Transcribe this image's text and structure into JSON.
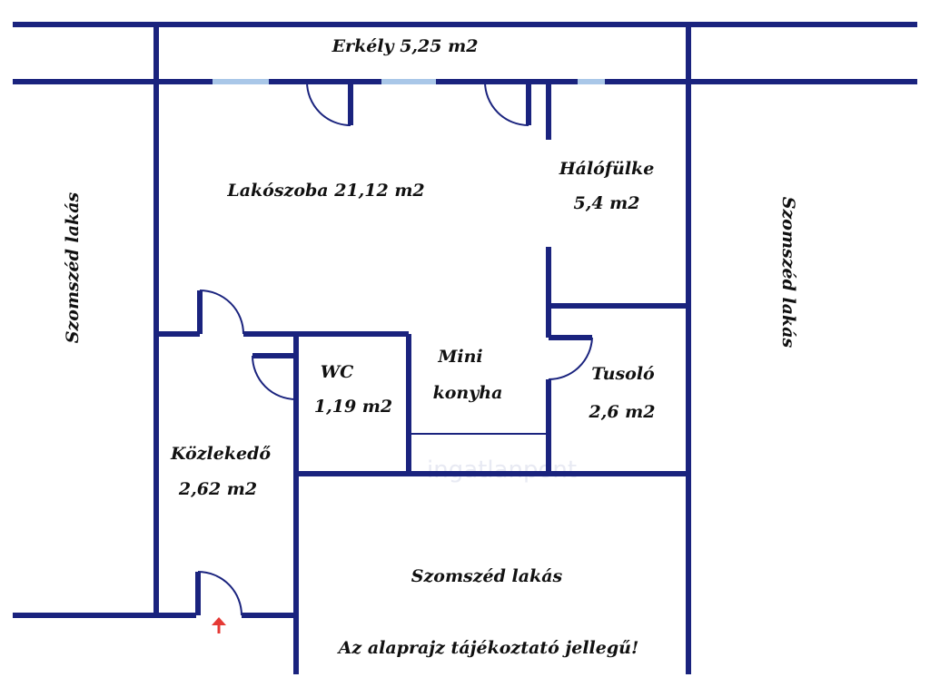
{
  "labels": {
    "erkely": "Erkély 5,25 m2",
    "lakoszoba": "Lakószoba 21,12 m2",
    "halofulke_name": "Hálófülke",
    "halofulke_area": "5,4 m2",
    "wc_name": "WC",
    "wc_area": "1,19 m2",
    "mini": "Mini",
    "konyha": "konyha",
    "tusolo_name": "Tusoló",
    "tusolo_area": "2,6 m2",
    "kozlekedo_name": "Közlekedő",
    "kozlekedo_area": "2,62 m2",
    "szomszed_left": "Szomszéd lakás",
    "szomszed_right": "Szomszéd lakás",
    "szomszed_bottom": "Szomszéd lakás",
    "note": "Az alaprajz tájékoztató jellegű!"
  },
  "watermark": "ingatlanpont",
  "colors": {
    "wall": "#1a237e",
    "window": "#a9c7e8",
    "entrance_arrow": "#e53935",
    "text": "#111111"
  },
  "icons": {
    "entrance": "up-arrow-icon"
  }
}
